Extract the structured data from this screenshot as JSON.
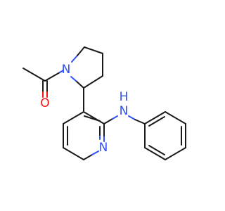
{
  "structure": {
    "atoms": {
      "oxygen": "O",
      "pyrrolidine_nitrogen": "N",
      "amine_nitrogen": "N",
      "amine_hydrogen": "H",
      "pyridine_nitrogen": "N"
    },
    "colors": {
      "bond": "#1a1a1a",
      "nitrogen": "#3050f8",
      "oxygen": "#ff0d0d",
      "background": "#ffffff"
    }
  }
}
